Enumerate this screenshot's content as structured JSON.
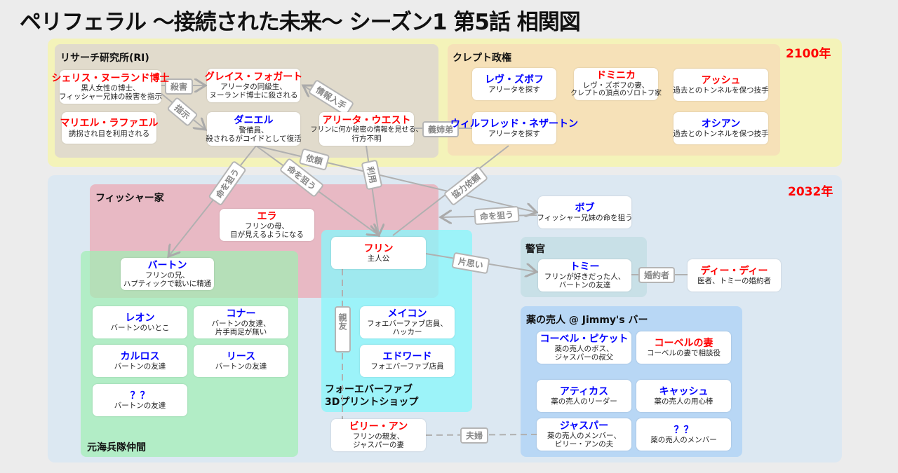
{
  "title": "ペリフェラル ～接続された未来～ シーズン1 第5話 相関図",
  "colors": {
    "main_red": "#ff0000",
    "ally_blue": "#0000ff"
  },
  "eras": {
    "future": "2100年",
    "present": "2032年"
  },
  "groups": {
    "ri": "リサーチ研究所(RI)",
    "klept": "クレプト政権",
    "fisher": "フィッシャー家",
    "marines": "元海兵隊仲間",
    "shop_line1": "フォーエバーファブ",
    "shop_line2": "3Dプリントショップ",
    "police": "警官",
    "drug": "薬の売人 @ Jimmy's バー"
  },
  "nodes": {
    "cherise": {
      "name": "シェリス・ヌーランド博士",
      "d1": "黒人女性の博士、",
      "d2": "フィッシャー兄妹の殺害を指示"
    },
    "grace": {
      "name": "グレイス・フォガート",
      "d1": "アリータの同級生、",
      "d2": "ヌーランド博士に殺される"
    },
    "muriel": {
      "name": "マリエル・ラファエル",
      "d1": "誘拐され目を利用される"
    },
    "daniel": {
      "name": "ダニエル",
      "d1": "警備員、",
      "d2": "殺されるがコイドとして復活"
    },
    "aelita": {
      "name": "アリータ・ウエスト",
      "d1": "フリンに何か秘密の情報を見せる、",
      "d2": "行方不明"
    },
    "lev": {
      "name": "レヴ・ズボフ",
      "d1": "アリータを探す"
    },
    "dominika": {
      "name": "ドミニカ",
      "d1": "レヴ・ズボフの妻、",
      "d2": "クレプトの頂点のゾロトフ家"
    },
    "ash": {
      "name": "アッシュ",
      "d1": "過去とのトンネルを保つ技手"
    },
    "wilf": {
      "name": "ウィルフレッド・ネザートン",
      "d1": "アリータを探す"
    },
    "ossian": {
      "name": "オシアン",
      "d1": "過去とのトンネルを保つ技手"
    },
    "ella": {
      "name": "エラ",
      "d1": "フリンの母、",
      "d2": "目が見えるようになる"
    },
    "flynne": {
      "name": "フリン",
      "d1": "主人公"
    },
    "bob": {
      "name": "ボブ",
      "d1": "フィッシャー兄妹の命を狙う"
    },
    "tommy": {
      "name": "トミー",
      "d1": "フリンが好きだった人、",
      "d2": "バートンの友達"
    },
    "deedee": {
      "name": "ディー・ディー",
      "d1": "医者、トミーの婚約者"
    },
    "burton": {
      "name": "バートン",
      "d1": "フリンの兄、",
      "d2": "ハプティックで戦いに精通"
    },
    "leon": {
      "name": "レオン",
      "d1": "バートンのいとこ"
    },
    "conner": {
      "name": "コナー",
      "d1": "バートンの友達、",
      "d2": "片手両足が無い"
    },
    "carlos": {
      "name": "カルロス",
      "d1": "バートンの友達"
    },
    "reece": {
      "name": "リース",
      "d1": "バートンの友達"
    },
    "unknown1": {
      "name": "？？",
      "d1": "バートンの友達"
    },
    "macon": {
      "name": "メイコン",
      "d1": "フォエバーファブ店員、",
      "d2": "ハッカー"
    },
    "edward": {
      "name": "エドワード",
      "d1": "フォエバーファブ店員"
    },
    "billyann": {
      "name": "ビリー・アン",
      "d1": "フリンの親友、",
      "d2": "ジャスパーの妻"
    },
    "corbell": {
      "name": "コーベル・ピケット",
      "d1": "薬の売人のボス、",
      "d2": "ジャスパーの叔父"
    },
    "corbellwife": {
      "name": "コーベルの妻",
      "d1": "コーベルの妻で相談役"
    },
    "atticus": {
      "name": "アティカス",
      "d1": "薬の売人のリーダー"
    },
    "cash": {
      "name": "キャッシュ",
      "d1": "薬の売人の用心棒"
    },
    "jasper": {
      "name": "ジャスパー",
      "d1": "薬の売人のメンバー、",
      "d2": "ビリー・アンの夫"
    },
    "unknown2": {
      "name": "？？",
      "d1": "薬の売人のメンバー"
    }
  },
  "edges": {
    "kill": "殺害",
    "order": "指示",
    "info": "情報入手",
    "siblings": "義姉弟",
    "request": "依頼",
    "target1": "命を狙う",
    "target2": "命を狙う",
    "use": "利用",
    "coop": "協力依頼",
    "target3": "命を狙う",
    "crush": "片思い",
    "fiance": "婚約者",
    "bestfriend": "親友",
    "married": "夫婦"
  }
}
